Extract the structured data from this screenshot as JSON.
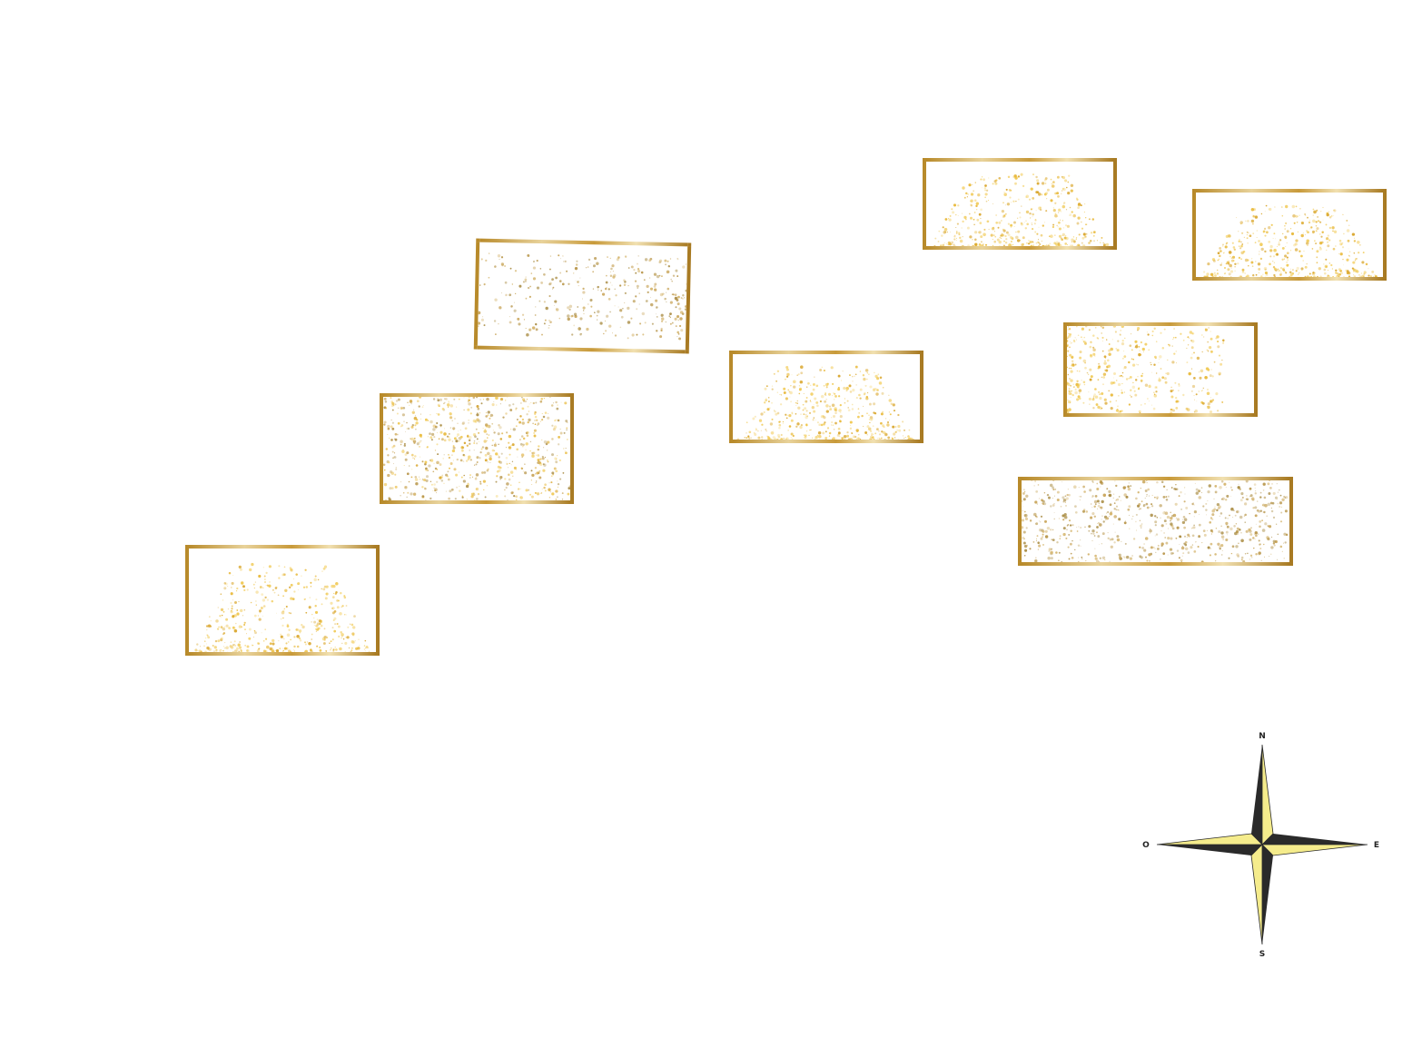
{
  "colors": {
    "frame": "#b8922f",
    "glitter_warm": [
      "#e8b838",
      "#f0c850",
      "#d9a52a",
      "#f5d67a"
    ],
    "glitter_muted": [
      "#c8a458",
      "#b8964a",
      "#d4b46c",
      "#a88a40"
    ],
    "compass_dark": "#2a2a2a",
    "compass_light": "#f5ec8c"
  },
  "cards": [
    {
      "name": "glitter-card-1",
      "style": "muted",
      "density": "diagonal"
    },
    {
      "name": "glitter-card-2",
      "style": "warm",
      "density": "bottom"
    },
    {
      "name": "glitter-card-3",
      "style": "warm",
      "density": "bottom"
    },
    {
      "name": "glitter-card-4",
      "style": "warm",
      "density": "bottom"
    },
    {
      "name": "glitter-card-5",
      "style": "mixed",
      "density": "full"
    },
    {
      "name": "glitter-card-6",
      "style": "warm",
      "density": "left"
    },
    {
      "name": "glitter-card-7",
      "style": "muted",
      "density": "full"
    },
    {
      "name": "glitter-card-8",
      "style": "warm",
      "density": "bottom"
    }
  ],
  "compass": {
    "north": "N",
    "south": "S",
    "east": "E",
    "west": "O"
  }
}
